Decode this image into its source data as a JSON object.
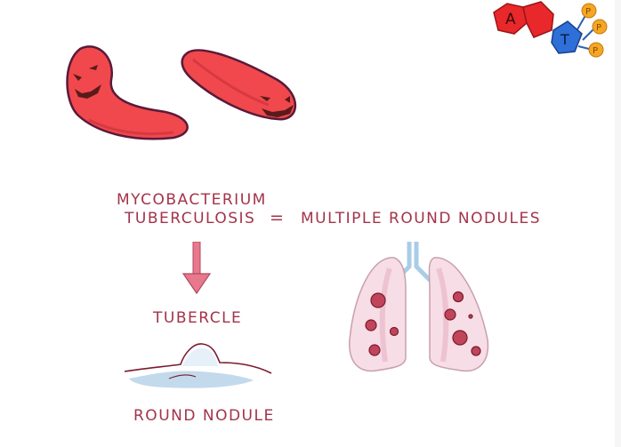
{
  "diagram": {
    "title_line1": "MYCOBACTERIUM",
    "title_line2": "TUBERCULOSIS",
    "equals": "=",
    "result": "MULTIPLE ROUND NODULES",
    "step_label": "TUBERCLE",
    "bottom_label": "ROUND NODULE"
  },
  "logo": {
    "letters": [
      "A",
      "T"
    ],
    "phosphates": [
      "P",
      "P",
      "P"
    ]
  },
  "colors": {
    "text": "#a3334b",
    "bacteria": "#f0484c",
    "bacteria_outline": "#5a1a3a",
    "arrow": "#e8788e",
    "lung_fill": "#f7dde6",
    "nodule": "#c0455a",
    "trachea": "#a9cde6",
    "logo_red": "#e8282a",
    "logo_blue": "#2e6fd8",
    "logo_orange": "#f5a623"
  }
}
